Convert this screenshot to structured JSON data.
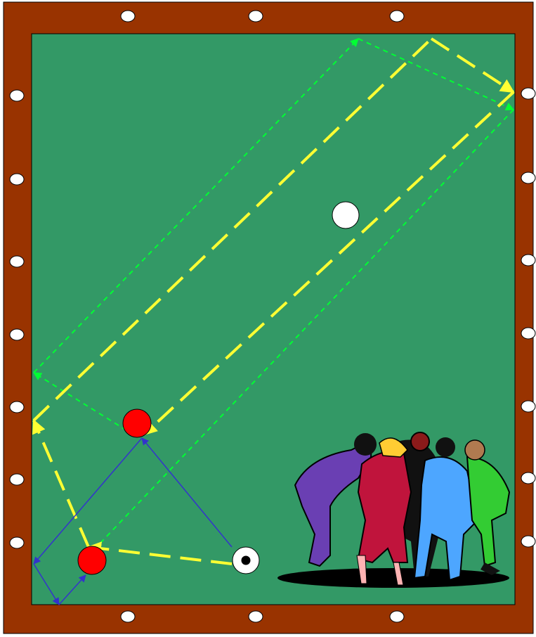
{
  "colors": {
    "rail": "#993300",
    "felt": "#339966",
    "diamond": "#ffffff",
    "white_ball": "#ffffff",
    "red_ball": "#ff0000",
    "yellow_path": "#ffff33",
    "green_path": "#00ff33",
    "blue_path": "#3333cc",
    "outline": "#000000"
  },
  "balls": [
    {
      "name": "white-object-ball",
      "kind": "white"
    },
    {
      "name": "red-ball-upper",
      "kind": "red"
    },
    {
      "name": "red-ball-lower",
      "kind": "red"
    },
    {
      "name": "cue-ball",
      "kind": "cue"
    }
  ],
  "paths": [
    {
      "name": "yellow-shot-path",
      "style": "long-dash",
      "color": "yellow"
    },
    {
      "name": "green-shot-path",
      "style": "short-dash",
      "color": "green"
    },
    {
      "name": "blue-shot-path",
      "style": "solid",
      "color": "blue"
    }
  ],
  "illustration": {
    "name": "spectators-clipart",
    "icon": "crowd-of-people-icon"
  }
}
